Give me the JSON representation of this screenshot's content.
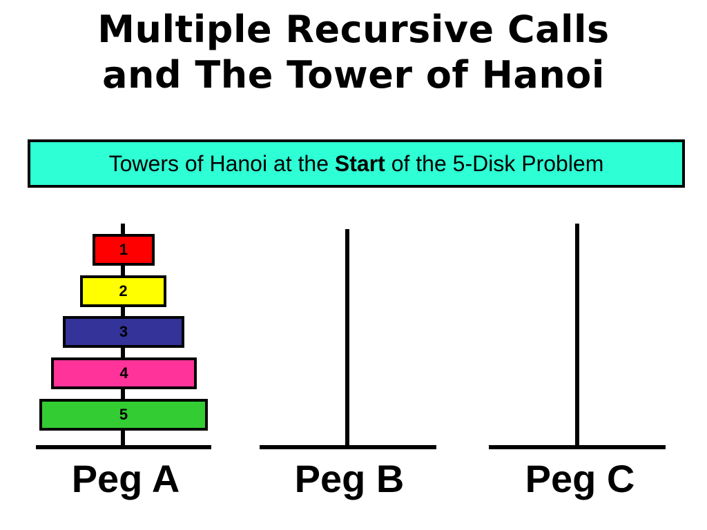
{
  "title": {
    "line1": "Multiple Recursive Calls",
    "line2": "and The Tower of Hanoi"
  },
  "banner": {
    "prefix": "Towers of Hanoi at the ",
    "emphasis": "Start",
    "suffix": " of the 5-Disk Problem",
    "background": "#2effd4"
  },
  "pegs": [
    {
      "label": "Peg A"
    },
    {
      "label": "Peg B"
    },
    {
      "label": "Peg C"
    }
  ],
  "disks": [
    {
      "label": "1",
      "color": "#ff0000"
    },
    {
      "label": "2",
      "color": "#ffff00"
    },
    {
      "label": "3",
      "color": "#333399"
    },
    {
      "label": "4",
      "color": "#ff3399"
    },
    {
      "label": "5",
      "color": "#33cc33"
    }
  ]
}
